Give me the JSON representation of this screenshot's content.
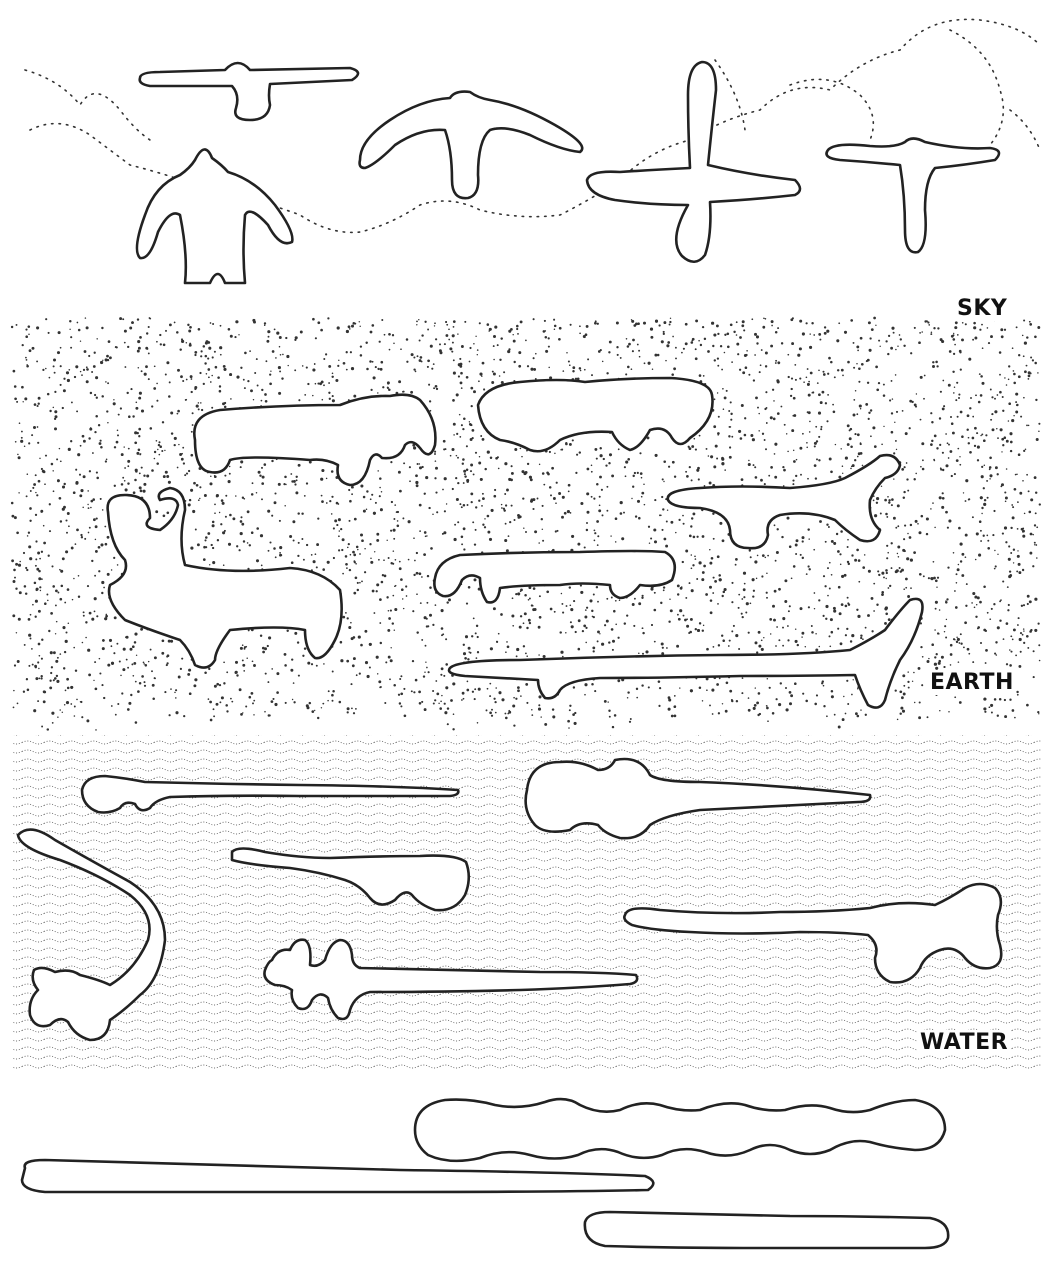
{
  "zones": {
    "sky": "SKY",
    "earth": "EARTH",
    "water": "WATER"
  },
  "colors": {
    "background": "#ffffff",
    "ink": "#222222",
    "stipple": "#333333",
    "wave": "#555555"
  },
  "figures": {
    "sky": [
      "bird-icon",
      "bird-icon",
      "human-figure-icon",
      "bird-icon",
      "cross-figure-icon",
      "bird-icon"
    ],
    "earth": [
      "animal-icon",
      "animal-icon",
      "animal-icon",
      "deer-icon",
      "animal-icon",
      "lizard-icon"
    ],
    "water": [
      "fish-icon",
      "fish-icon",
      "snake-icon",
      "fish-icon",
      "fish-icon",
      "fish-icon"
    ],
    "bottom": [
      "chain-icon",
      "long-bar-icon",
      "short-bar-icon"
    ]
  }
}
